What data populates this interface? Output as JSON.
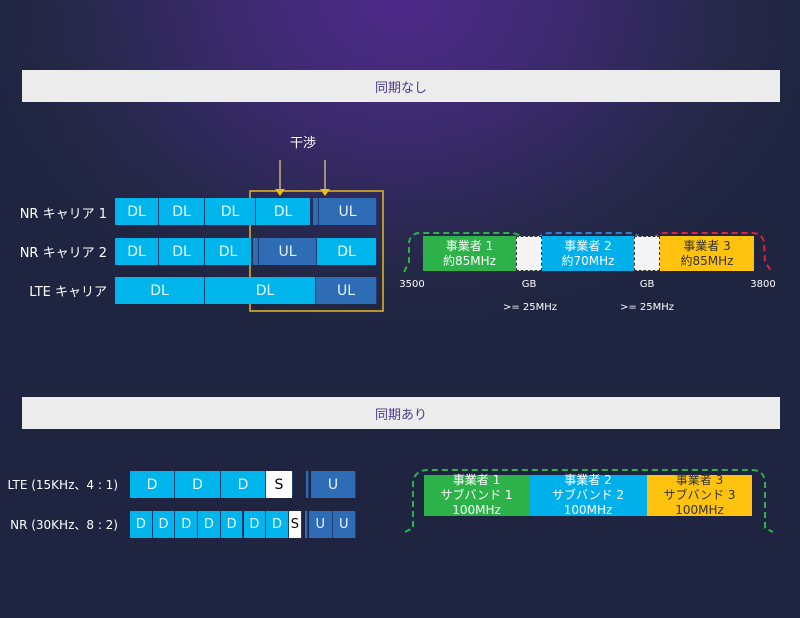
{
  "sections": {
    "no_sync": "同期なし",
    "sync": "同期あり"
  },
  "interference": "干渉",
  "carriers": [
    {
      "label": "NR キャリア 1",
      "cells": [
        "DL",
        "DL",
        "DL",
        "DL",
        "UL"
      ]
    },
    {
      "label": "NR キャリア 2",
      "cells": [
        "DL",
        "DL",
        "DL",
        "UL",
        "DL"
      ]
    },
    {
      "label": "LTE キャリア",
      "cells": [
        "DL",
        "DL",
        "UL"
      ]
    }
  ],
  "spectrum": {
    "operators": [
      {
        "name": "事業者 1",
        "bw": "約85MHz",
        "color": "#2db24a"
      },
      {
        "name": "事業者 2",
        "bw": "約70MHz",
        "color": "#00b0ea"
      },
      {
        "name": "事業者 3",
        "bw": "約85MHz",
        "color": "#ffc30f"
      }
    ],
    "start": "3500",
    "end": "3800",
    "gb": "GB",
    "gb_width": ">= 25MHz"
  },
  "sync_rows": [
    {
      "label": "LTE (15KHz、4 : 1)",
      "cells": [
        "D",
        "D",
        "D",
        "S",
        "U"
      ]
    },
    {
      "label": "NR (30KHz、8 : 2)",
      "cells": [
        "D",
        "D",
        "D",
        "D",
        "D",
        "D",
        "D",
        "S",
        "U",
        "U"
      ]
    }
  ],
  "subbands": [
    {
      "name": "事業者 1",
      "band": "サブバンド 1",
      "bw": "100MHz",
      "color": "#2db24a"
    },
    {
      "name": "事業者 2",
      "band": "サブバンド 2",
      "bw": "100MHz",
      "color": "#00b0ea"
    },
    {
      "name": "事業者 3",
      "band": "サブバンド 3",
      "bw": "100MHz",
      "color": "#ffc30f"
    }
  ],
  "colors": {
    "dl": "#00b4ec",
    "ul": "#2e6db5",
    "highlight": "#e8b820"
  }
}
